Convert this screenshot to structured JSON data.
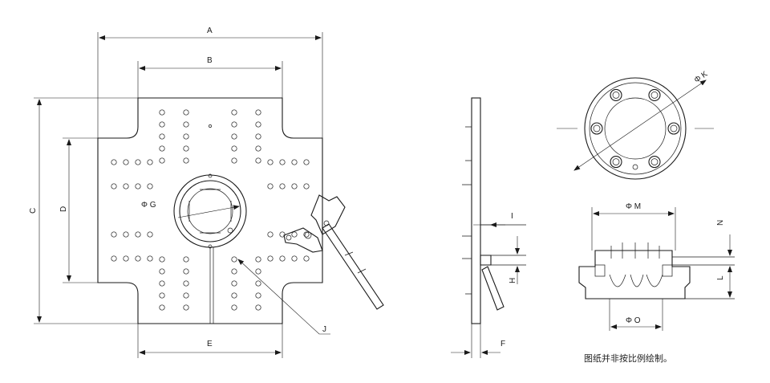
{
  "labels": {
    "A": "A",
    "B": "B",
    "C": "C",
    "D": "D",
    "E": "E",
    "G": "Φ G",
    "J": "J",
    "I": "I",
    "H": "H",
    "F": "F",
    "K": "Φ K",
    "M": "Φ M",
    "N": "N",
    "L": "L",
    "O": "Φ O"
  },
  "note": "图纸并非按比例绘制。"
}
